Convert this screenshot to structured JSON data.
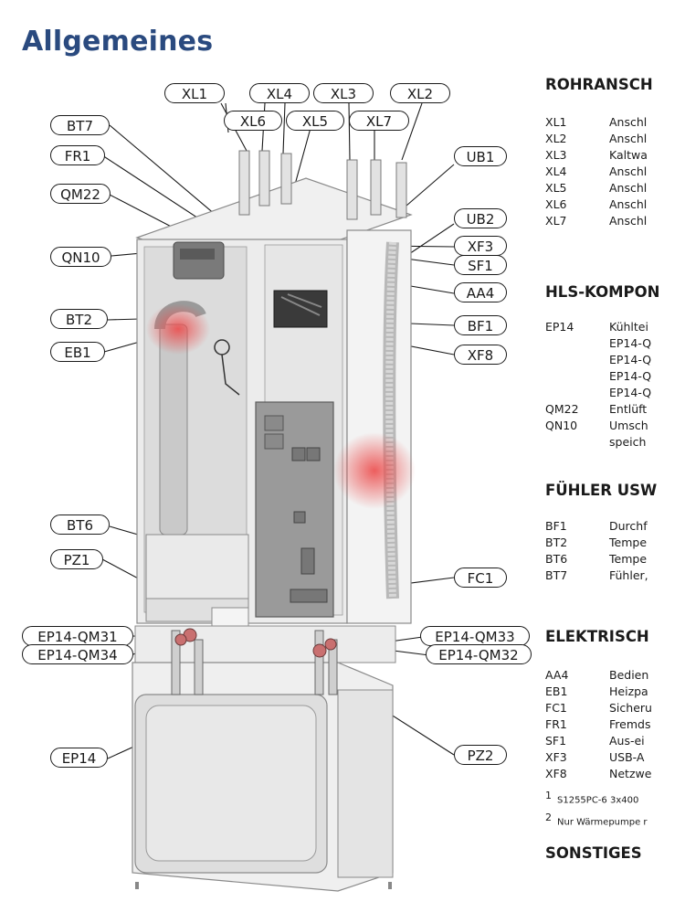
{
  "page_title": "Allgemeines",
  "callouts": {
    "xl1": "XL1",
    "xl4": "XL4",
    "xl3": "XL3",
    "xl2": "XL2",
    "xl6": "XL6",
    "xl5": "XL5",
    "xl7": "XL7",
    "bt7": "BT7",
    "fr1": "FR1",
    "qm22": "QM22",
    "qn10": "QN10",
    "bt2": "BT2",
    "eb1": "EB1",
    "bt6": "BT6",
    "pz1": "PZ1",
    "ep14_qm31": "EP14-QM31",
    "ep14_qm34": "EP14-QM34",
    "ep14": "EP14",
    "ub1": "UB1",
    "ub2": "UB2",
    "xf3": "XF3",
    "sf1": "SF1",
    "aa4": "AA4",
    "bf1": "BF1",
    "xf8": "XF8",
    "fc1": "FC1",
    "ep14_qm33": "EP14-QM33",
    "ep14_qm32": "EP14-QM32",
    "pz2": "PZ2"
  },
  "sections": {
    "rohranschluesse": {
      "heading": "ROHRANSCH",
      "rows": [
        {
          "code": "XL1",
          "desc": "Anschl"
        },
        {
          "code": "XL2",
          "desc": "Anschl"
        },
        {
          "code": "XL3",
          "desc": "Kaltwa"
        },
        {
          "code": "XL4",
          "desc": "Anschl"
        },
        {
          "code": "XL5",
          "desc": "Anschl"
        },
        {
          "code": "XL6",
          "desc": "Anschl"
        },
        {
          "code": "XL7",
          "desc": "Anschl"
        }
      ]
    },
    "hls": {
      "heading": "HLS-KOMPON",
      "rows": [
        {
          "code": "EP14",
          "desc": "Kühltei"
        },
        {
          "code": "",
          "desc": "EP14-Q"
        },
        {
          "code": "",
          "desc": "EP14-Q"
        },
        {
          "code": "",
          "desc": "EP14-Q"
        },
        {
          "code": "",
          "desc": "EP14-Q"
        },
        {
          "code": "QM22",
          "desc": "Entlüft"
        },
        {
          "code": "QN10",
          "desc": "Umsch"
        },
        {
          "code": "",
          "desc": "speich"
        }
      ]
    },
    "fuehler": {
      "heading": "FÜHLER USW",
      "rows": [
        {
          "code": "BF1",
          "desc": "Durchf"
        },
        {
          "code": "BT2",
          "desc": "Tempe"
        },
        {
          "code": "BT6",
          "desc": "Tempe"
        },
        {
          "code": "BT7",
          "desc": "Fühler,"
        }
      ]
    },
    "elektrisch": {
      "heading": "ELEKTRISCH",
      "rows": [
        {
          "code": "AA4",
          "desc": "Bedien"
        },
        {
          "code": "EB1",
          "desc": "Heizpa"
        },
        {
          "code": "FC1",
          "desc": "Sicheru"
        },
        {
          "code": "FR1",
          "desc": "Fremds"
        },
        {
          "code": "SF1",
          "desc": "Aus-ei"
        },
        {
          "code": "XF3",
          "desc": "USB-A"
        },
        {
          "code": "XF8",
          "desc": "Netzwe"
        }
      ]
    },
    "footnotes": [
      {
        "num": "1",
        "text": "S1255PC-6 3x400"
      },
      {
        "num": "2",
        "text": "Nur Wärmepumpe r"
      }
    ],
    "sonstiges": {
      "heading": "SONSTIGES"
    }
  }
}
